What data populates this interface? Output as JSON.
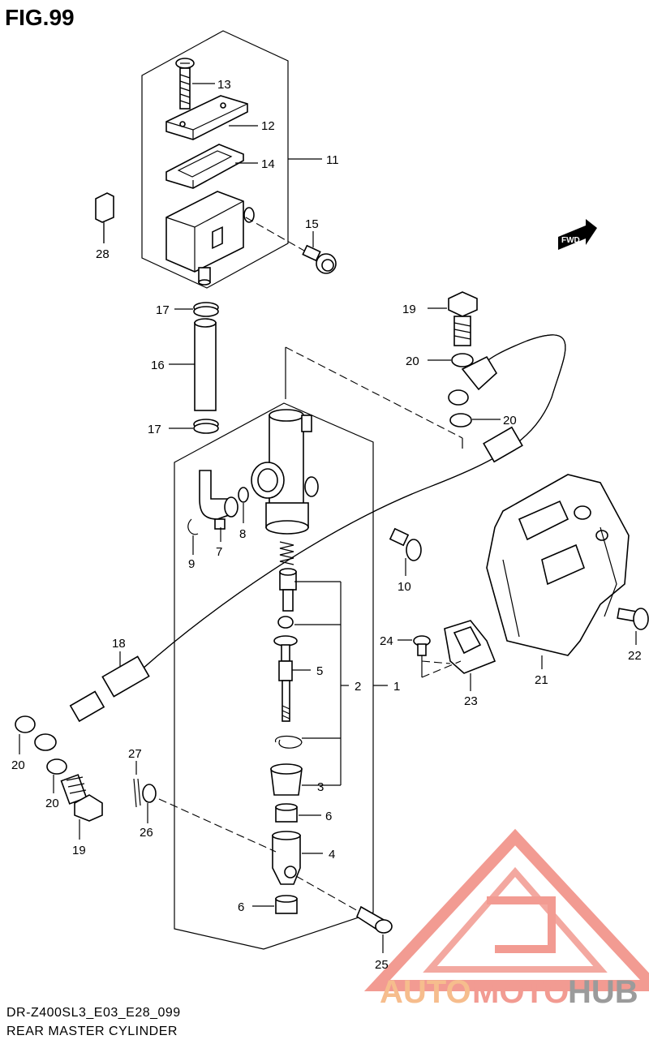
{
  "figure": {
    "title": "FIG.99"
  },
  "footer": {
    "code": "DR-Z400SL3_E03_E28_099",
    "title": "REAR MASTER CYLINDER"
  },
  "direction_badge": {
    "label": "FWD"
  },
  "watermark": {
    "auto": "AUTO",
    "moto": "MOTO",
    "hub": "HUB",
    "color_primary": "#f08a80",
    "color_secondary": "#f5b27a",
    "color_hub": "#8a8a8a"
  },
  "callouts": {
    "p1": "1",
    "p2": "2",
    "p3": "3",
    "p4": "4",
    "p5": "5",
    "p6a": "6",
    "p6b": "6",
    "p7": "7",
    "p8": "8",
    "p9": "9",
    "p10": "10",
    "p11": "11",
    "p12": "12",
    "p13": "13",
    "p14": "14",
    "p15": "15",
    "p16": "16",
    "p17a": "17",
    "p17b": "17",
    "p18": "18",
    "p19a": "19",
    "p19b": "19",
    "p20a": "20",
    "p20b": "20",
    "p20c": "20",
    "p20d": "20",
    "p21": "21",
    "p22": "22",
    "p23": "23",
    "p24": "24",
    "p25": "25",
    "p26": "26",
    "p27": "27",
    "p28": "28"
  }
}
